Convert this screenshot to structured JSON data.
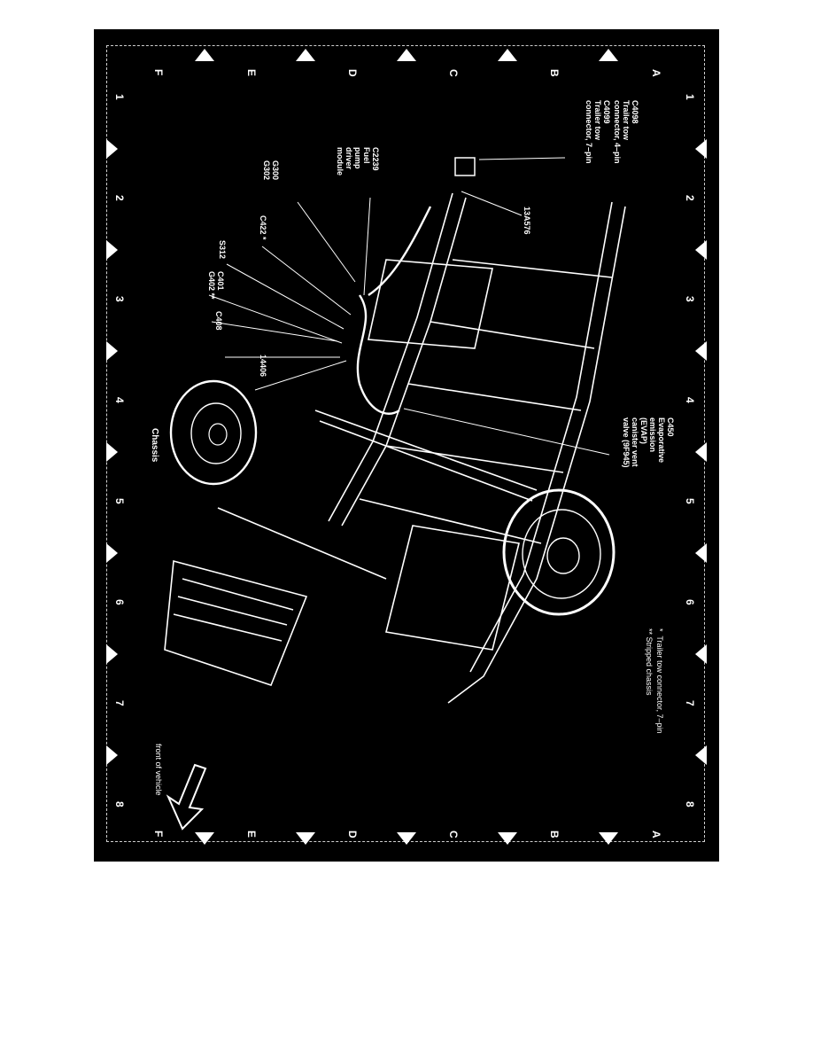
{
  "diagram": {
    "title": "Chassis",
    "front_label": "front of vehicle",
    "grid": {
      "rows": [
        "A",
        "B",
        "C",
        "D",
        "E",
        "F"
      ],
      "columns": [
        "1",
        "2",
        "3",
        "4",
        "5",
        "6",
        "7",
        "8"
      ]
    },
    "callouts": {
      "c4098": "C4098\nTrailer tow\nconnector, 4–pin",
      "c4099": "C4099\nTrailer tow\nconnector, 7–pin",
      "c13a576": "13A576",
      "c2239": "C2239\nFuel\npump\ndriver\nmodule",
      "g300": "G300\nG302",
      "c422": "C422 *",
      "s312": "S312",
      "c401": "C401\nG402 **",
      "c408": "C408",
      "c14406": "14406",
      "c450": "C450\nEvaporative\nemission\n(EVAP)\ncanister vent\nvalve (9F945)"
    },
    "notes": {
      "note1": "*  Trailer tow connector, 7–pin",
      "note2": "** Stripped chassis"
    }
  },
  "colors": {
    "background": "#000000",
    "foreground": "#ffffff",
    "page": "#ffffff"
  }
}
